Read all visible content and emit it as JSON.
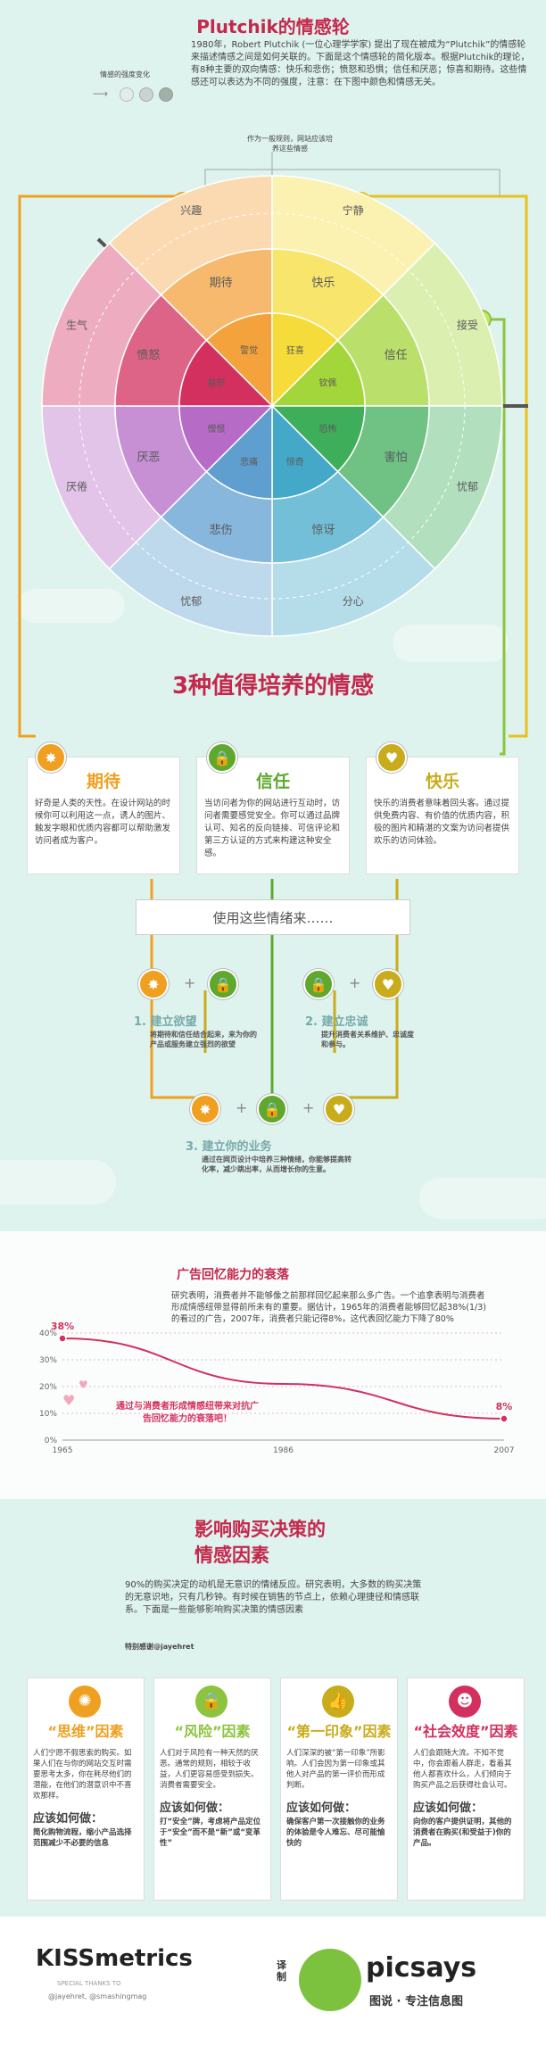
{
  "header": {
    "title": "Plutchik的情感轮",
    "intro": "1980年，Robert Plutchik (一位心理学学家) 提出了现在被成为“Plutchik”的情感轮来描述情感之间是如何关联的。下面是这个情感轮的简化版本。根据Plutchik的理论，有8种主要的双向情感：快乐和悲伤；愤怒和恐惧；信任和厌恶；惊喜和期待。这些情感还可以表达为不同的强度，注意：在下图中颜色和情感无关。",
    "intensity_legend": "情感的强度变化",
    "overview_note": "作为一般规则，网站应该培养这些情感"
  },
  "wheel": {
    "outer": [
      "兴趣",
      "宁静",
      "接受",
      "忧郁",
      "分心",
      "忧郁",
      "厌倦",
      "生气"
    ],
    "middle": [
      "期待",
      "快乐",
      "信任",
      "害怕",
      "惊讶",
      "悲伤",
      "厌恶",
      "愤怒"
    ],
    "inner": [
      "警觉",
      "狂喜",
      "钦佩",
      "恐怖",
      "惊奇",
      "悲痛",
      "憎恨",
      "暴怒"
    ],
    "colors": [
      "#f4a23c",
      "#f6dc3a",
      "#a3d63a",
      "#3fae5a",
      "#44a9c9",
      "#5f9fd0",
      "#b66bc6",
      "#d3305f"
    ]
  },
  "section2": {
    "title": "3种值得培养的情感",
    "cards": [
      {
        "name": "期待",
        "text": "好奇是人类的天性。在设计网站的时候你可以利用这一点，诱人的图片、触发字眼和优质内容都可以帮助激发访问者成为客户。",
        "icon": "burst-icon"
      },
      {
        "name": "信任",
        "text": "当访问者为你的网站进行互动时，访问者需要感觉安全。你可以通过品牌认可、知名的反向链接、可信评论和第三方认证的方式来构建这种安全感。",
        "icon": "lock-icon"
      },
      {
        "name": "快乐",
        "text": "快乐的消费者意味着回头客。通过提供免费内容、有价值的优质内容，积极的图片和精湛的文案为访问者提供欢乐的访问体验。",
        "icon": "heart-icon"
      }
    ],
    "use_label": "使用这些情绪来……",
    "steps": [
      {
        "title": "1. 建立欲望",
        "text": "将期待和信任结合起来，来为你的产品或服务建立强烈的欲望"
      },
      {
        "title": "2. 建立忠诚",
        "text": "提升消费者关系维护、忠诚度和参与。"
      },
      {
        "title": "3. 建立你的业务",
        "text": "通过在网页设计中培养三种情绪，你能够提高转化率，减少跳出率，从而增长你的生意。"
      }
    ]
  },
  "section3": {
    "title": "广告回忆能力的衰落",
    "text": "研究表明，消费者并不能够像之前那样回忆起来那么多广告。一个追拿表明与消费者形成情感纽带显得前所未有的重要。据估计，1965年的消费者能够回忆起38%(1/3)的看过的广告，2007年，消费者只能记得8%，这代表回忆能力下降了80%",
    "callout": "通过与消费者形成情感纽带来对抗广告回忆能力的衰落吧！"
  },
  "chart_data": {
    "type": "line",
    "x": [
      1965,
      1986,
      2007
    ],
    "series": [
      {
        "values": [
          38,
          21,
          8
        ]
      }
    ],
    "title": "",
    "xlabel": "",
    "ylabel": "",
    "ylim": [
      0,
      40
    ],
    "yticks": [
      "40%",
      "30%",
      "20%",
      "10%",
      "0%"
    ],
    "data_labels": [
      "38%",
      "8%"
    ],
    "grid": true
  },
  "section4": {
    "title": "影响购买决策的情感因素",
    "text": "90%的购买决定的动机是无意识的情绪反应。研究表明，大多数的购买决策的无意识地，只有几秒钟。有时候在销售的节点上，依赖心理捷径和情感联系。下面是一些能够影响购买决策的情感因素",
    "credit": "特别感谢@jayehret",
    "factors": [
      {
        "title": "“思维”因素",
        "text": "人们宁愿不假思索的购买。如果人们在与你的网站交互时需要思考太多，你在耗尽他们的潜能，在他们的潜意识中不喜欢那样。",
        "how_title": "应该如何做：",
        "how": "简化购物流程，缩小产品选择范围减少不必要的信息",
        "icon": "bulb-icon"
      },
      {
        "title": "“风险”因素",
        "text": "人们对于风险有一种天然的厌恶。通常的规则，相较于收益，人们更容易感受到损失。消费者需要安全。",
        "how_title": "应该如何做：",
        "how": "打“安全”牌，考虑将产品定位于“安全”而不是“新”或“变革性”",
        "icon": "lock-icon"
      },
      {
        "title": "“第一印象”因素",
        "text": "人们深深的被“第一印象”所影响。人们会因为第一印象或其他人对产品的第一评价而形成判断。",
        "how_title": "应该如何做：",
        "how": "确保客户第一次接触你的业务的体验是令人难忘、尽可能愉快的",
        "icon": "thumb-icon"
      },
      {
        "title": "“社会效度”因素",
        "text": "人们会跟随大流。不知不觉中，你会跟着人群走，看着其他人都喜欢什么，人们倾向于购买产品之后获得社会认可。",
        "how_title": "应该如何做：",
        "how": "向你的客户提供证明，其他的消费者在购买(和受益于)你的产品。",
        "icon": "people-icon"
      }
    ]
  },
  "footer": {
    "brand1": "KISSmetrics",
    "special_thanks": "SPECIAL THANKS TO",
    "handles": "@jayehret, @smashingmag",
    "translated": "译制",
    "brand2": "picsays",
    "brand2_tag": "图说 · 专注信息图"
  }
}
